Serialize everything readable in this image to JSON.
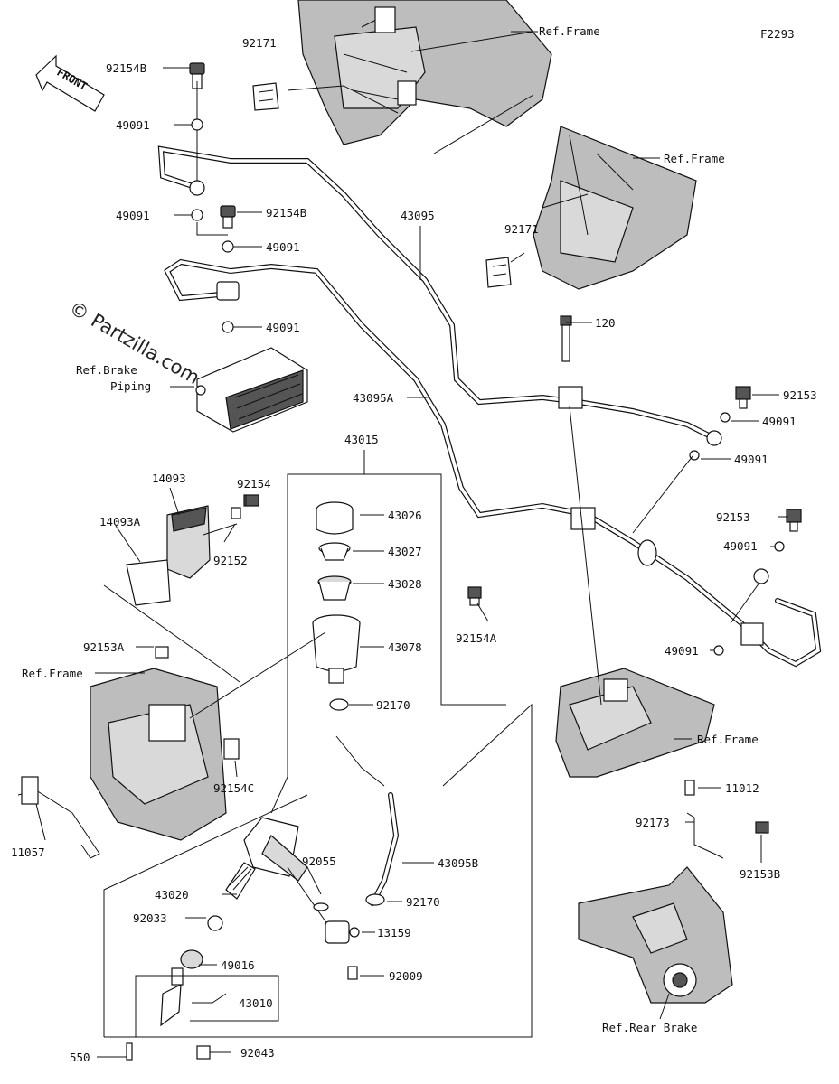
{
  "diagram_id": "F2293",
  "watermark": "© Partzilla.com",
  "front_label": "FRONT",
  "labels": {
    "ref_frame_1": "Ref.Frame",
    "ref_frame_2": "Ref.Frame",
    "ref_frame_3": "Ref.Frame",
    "ref_frame_4": "Ref.Frame",
    "ref_brake_piping_1": "Ref.Brake",
    "ref_brake_piping_2": "Piping",
    "ref_rear_brake": "Ref.Rear Brake",
    "p92171_a": "92171",
    "p92171_b": "92171",
    "p92154b_a": "92154B",
    "p92154b_b": "92154B",
    "p49091_a": "49091",
    "p49091_b": "49091",
    "p49091_c": "49091",
    "p49091_d": "49091",
    "p49091_e": "49091",
    "p49091_f": "49091",
    "p49091_g": "49091",
    "p49091_h": "49091",
    "p43095": "43095",
    "p43095a": "43095A",
    "p43095b": "43095B",
    "p120": "120",
    "p92153_a": "92153",
    "p92153_b": "92153",
    "p92153a": "92153A",
    "p92153b": "92153B",
    "p43015": "43015",
    "p43026": "43026",
    "p43027": "43027",
    "p43028": "43028",
    "p43078": "43078",
    "p92154a": "92154A",
    "p92154": "92154",
    "p92152": "92152",
    "p14093": "14093",
    "p14093a": "14093A",
    "p92170_a": "92170",
    "p92170_b": "92170",
    "p92154c": "92154C",
    "p11057": "11057",
    "p92055": "92055",
    "p43020": "43020",
    "p92033": "92033",
    "p13159": "13159",
    "p49016": "49016",
    "p92009": "92009",
    "p43010": "43010",
    "p550": "550",
    "p92043": "92043",
    "p11012": "11012",
    "p92173": "92173"
  },
  "colors": {
    "line": "#111111",
    "frame_fill": "#bdbdbd",
    "background": "#ffffff"
  }
}
